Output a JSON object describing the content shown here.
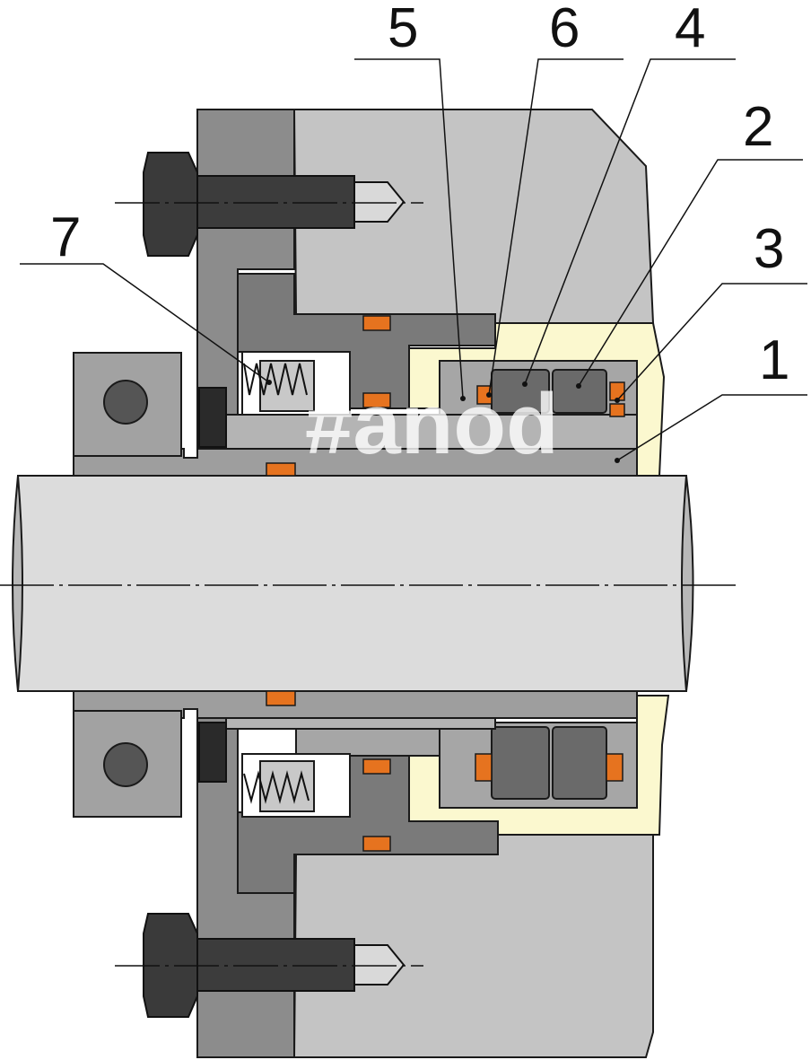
{
  "callouts": {
    "c5": "5",
    "c6": "6",
    "c4": "4",
    "c2": "2",
    "c3": "3",
    "c7": "7",
    "c1": "1"
  },
  "watermark": "#anod",
  "colors": {
    "housing_light": "#c0c0c0",
    "housing_mid": "#a8a8a8",
    "gland_dark": "#808080",
    "seal_face": "#676767",
    "shaft": "#dcdcdc",
    "sleeve": "#9e9e9e",
    "insert_yellow": "#fbf8cf",
    "oring": "#e6731f",
    "bolt": "#3a3a3a",
    "outline": "#1a1a1a"
  }
}
